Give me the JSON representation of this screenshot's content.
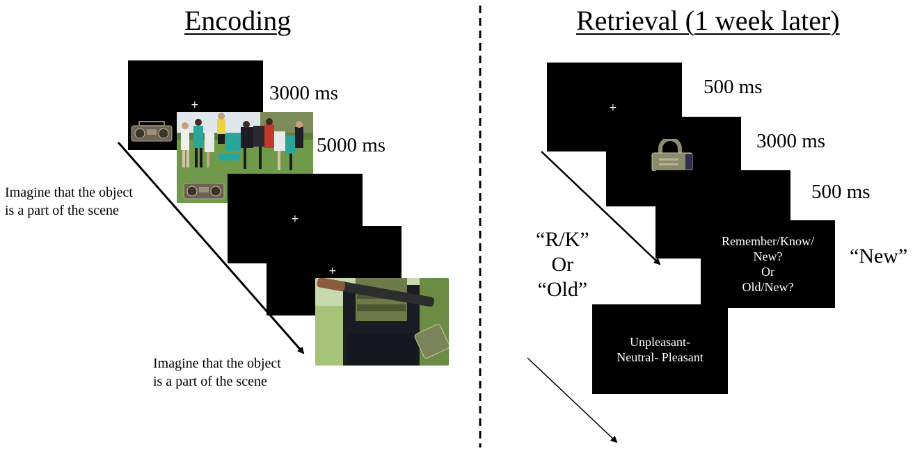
{
  "encoding": {
    "heading": "Encoding",
    "timings": [
      "3000 ms",
      "5000 ms"
    ],
    "caption_top": [
      "Imagine that the object",
      "is a part of the scene"
    ],
    "caption_bottom": [
      "Imagine that the object",
      "is a part of the scene"
    ],
    "fixation": "+"
  },
  "retrieval": {
    "heading": "Retrieval (1 week later)",
    "timings": [
      "500 ms",
      "3000 ms",
      "500 ms"
    ],
    "fixation": "+",
    "question_lines": [
      "Remember/Know/",
      "New?",
      "Or",
      "Old/New?"
    ],
    "rating_lines": [
      "Unpleasant-",
      "Neutral- Pleasant"
    ],
    "response_left": [
      "“R/K”",
      "Or",
      "“Old”"
    ],
    "response_right": "“New”"
  }
}
